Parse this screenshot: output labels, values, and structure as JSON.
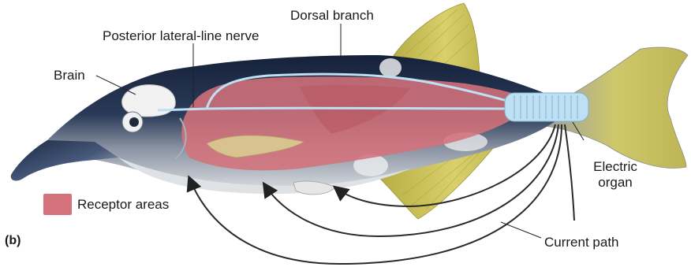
{
  "figure": {
    "panel_label": "(b)"
  },
  "labels": {
    "dorsal_branch": "Dorsal branch",
    "posterior_nerve": "Posterior lateral-line nerve",
    "brain": "Brain",
    "electric_organ_line1": "Electric",
    "electric_organ_line2": "organ",
    "current_path": "Current path"
  },
  "legend": {
    "receptor_label": "Receptor areas",
    "receptor_color": "#d4727b"
  },
  "colors": {
    "receptor": "#d4727b",
    "nerve": "#bfe0f2",
    "fin": "#cdc45a",
    "body_dark": "#1f2c45",
    "belly": "#c9ccd0",
    "arrow": "#2a2a2a"
  }
}
